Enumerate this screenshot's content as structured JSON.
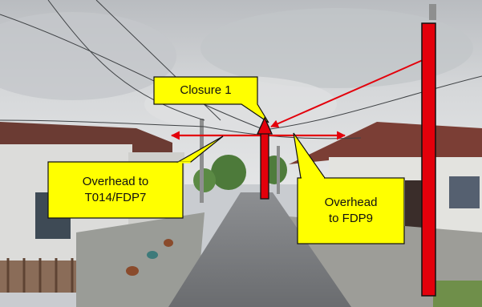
{
  "annotations": {
    "closure": {
      "label": "Closure 1"
    },
    "overhead_left": {
      "line1": "Overhead to",
      "line2": "T014/FDP7"
    },
    "overhead_right": {
      "line1": "Overhead",
      "line2": "to FDP9"
    }
  },
  "colors": {
    "callout_fill": "#ffff00",
    "callout_stroke": "#111111",
    "marker_red": "#e3000b",
    "arrow_red": "#e3000b"
  }
}
